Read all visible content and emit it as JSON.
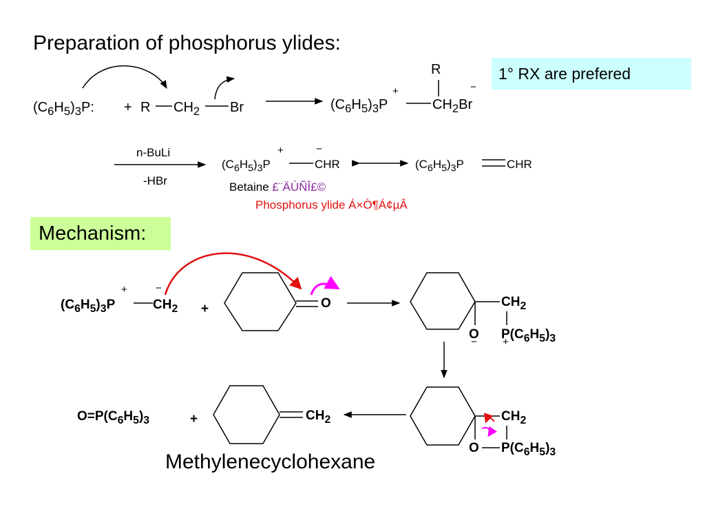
{
  "title": "Preparation of phosphorus ylides:",
  "note": "1°  RX are prefered",
  "mechanism_label": "Mechanism:",
  "reaction1": {
    "reagent_phosphine": "(C6H5)3P:",
    "plus": "+",
    "R": "R",
    "CH2": "CH2",
    "Br": "Br",
    "product_left": "(C6H5)3P",
    "product_CH2Br": "CH2Br",
    "product_R": "R",
    "plus_charge": "+",
    "minus_charge": "−"
  },
  "reaction2": {
    "reagent_above": "n-BuLi",
    "reagent_below": "-HBr",
    "betaine_left": "(C6H5)3P",
    "betaine_right": "CHR",
    "ylide_left": "(C6H5)3P",
    "ylide_right": "CHR",
    "betaine_label": "Betaine",
    "betaine_garbled": "£¨ÄÚÑÎ£©",
    "ylide_label": "Phosphorus ylide",
    "ylide_garbled": "Á×Ò¶Á¢µÂ"
  },
  "mechanism": {
    "ylide_left": "(C6H5)3P",
    "ylide_right": "CH2",
    "plus": "+",
    "oxygen": "O",
    "intermediate_CH2": "CH2",
    "intermediate_O": "O",
    "intermediate_P": "P(C6H5)3",
    "oxaphos_CH2": "CH2",
    "oxaphos_O": "O",
    "oxaphos_P": "P(C6H5)3",
    "product_CH2": "CH2",
    "byproduct": "O=P(C6H5)3",
    "product_name": "Methylenecyclohexane"
  },
  "colors": {
    "note_bg": "#ccffff",
    "mech_bg": "#ccff99",
    "red_arrow": "#e01010",
    "magenta_arrow": "#ff00ff",
    "purple_text": "#8a2a9e"
  }
}
